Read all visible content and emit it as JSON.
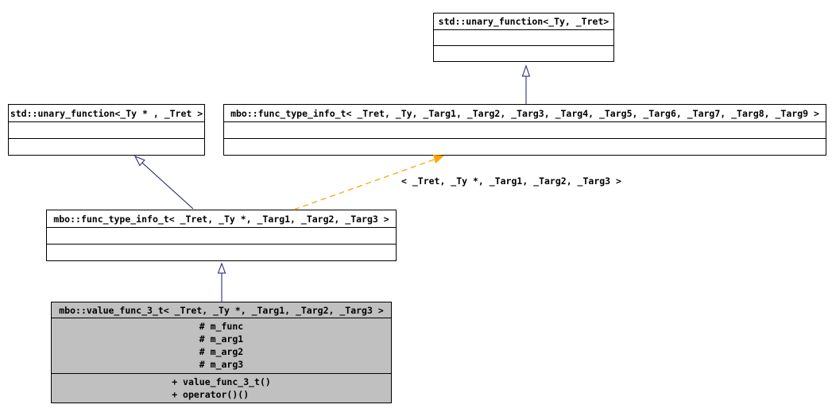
{
  "diagram": {
    "kind": "uml-class-inheritance-graph",
    "nodes": [
      {
        "title": "std::unary_function<_Ty, _Tret>"
      },
      {
        "title": "std::unary_function<_Ty * , _Tret >"
      },
      {
        "title": "mbo::func_type_info_t< _Tret, _Ty, _Targ1, _Targ2, _Targ3, _Targ4, _Targ5, _Targ6, _Targ7, _Targ8, _Targ9 >"
      },
      {
        "title": "mbo::func_type_info_t< _Tret, _Ty *, _Targ1, _Targ2, _Targ3 >"
      },
      {
        "title": "mbo::value_func_3_t< _Tret, _Ty *, _Targ1, _Targ2, _Targ3 >",
        "attributes": [
          "# m_func",
          "# m_arg1",
          "# m_arg2",
          "# m_arg3"
        ],
        "methods": [
          "+ value_func_3_t()",
          "+ operator()()"
        ]
      }
    ],
    "edges": {
      "template_instantiation_label": "< _Tret, _Ty *, _Targ1, _Targ2, _Targ3 >"
    },
    "colors": {
      "inheritance_arrow": "#191970",
      "template_arrow": "#ffa500",
      "node_fill": "#ffffff",
      "focus_node_fill": "#c0c0c0",
      "border": "#000000"
    }
  }
}
